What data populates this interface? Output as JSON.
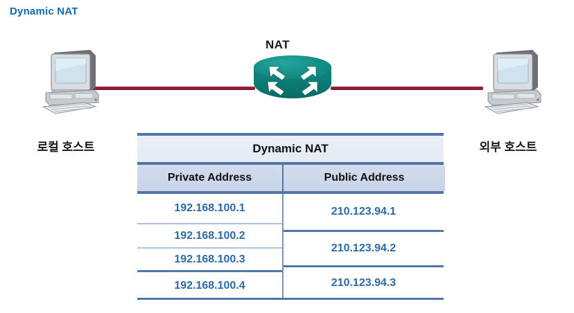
{
  "page": {
    "title": "Dynamic NAT",
    "title_color": "#1268b3"
  },
  "topology": {
    "router": {
      "label": "NAT",
      "icon": "router-icon",
      "color": "#12867f"
    },
    "link_color": "#9d1f3c",
    "hosts": [
      {
        "id": "local",
        "label": "로컬 호스트",
        "icon": "desktop-computer-icon"
      },
      {
        "id": "external",
        "label": "외부 호스트",
        "icon": "desktop-computer-icon"
      }
    ]
  },
  "nat_table": {
    "title": "Dynamic NAT",
    "columns": [
      "Private Address",
      "Public Address"
    ],
    "private_addresses": [
      "192.168.100.1",
      "192.168.100.2",
      "192.168.100.3",
      "192.168.100.4"
    ],
    "public_addresses": [
      "210.123.94.1",
      "210.123.94.2",
      "210.123.94.3"
    ],
    "value_color": "#2c6aa8",
    "header_bg": "#c8d4e8",
    "title_bg": "#e8eef5",
    "border_color": "#5076a8"
  }
}
